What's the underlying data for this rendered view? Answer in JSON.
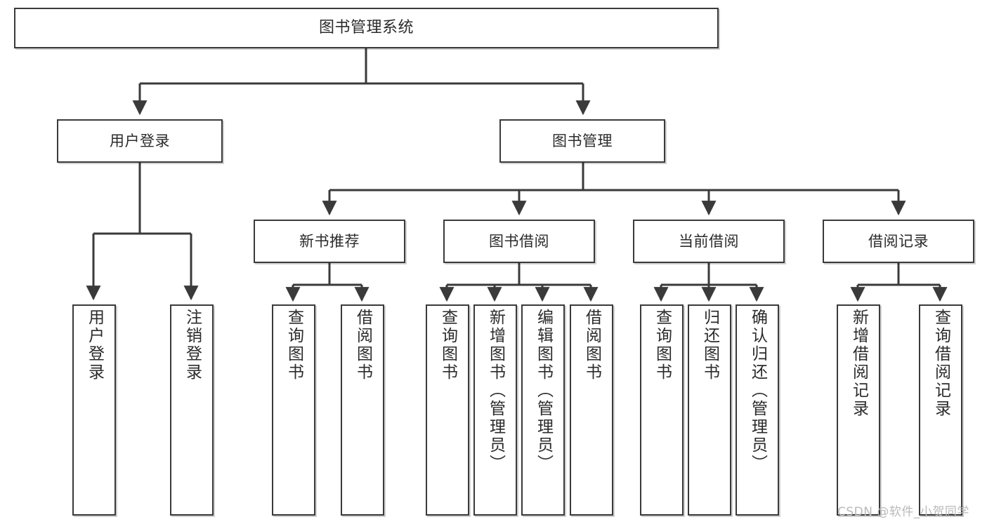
{
  "diagram": {
    "title": "图书管理系统",
    "type": "tree",
    "orientation": "top-down",
    "colors": {
      "box_border": "#3a3a3a",
      "box_fill": "#ffffff",
      "connector": "#3a3a3a",
      "text": "#2b2b2b",
      "watermark": "#b9b9b9",
      "background": "#ffffff"
    },
    "root": {
      "id": "root",
      "label": "图书管理系统"
    },
    "level2": [
      {
        "id": "user-login",
        "label": "用户登录"
      },
      {
        "id": "book-manage",
        "label": "图书管理"
      }
    ],
    "level3": [
      {
        "id": "new-book-recommend",
        "label": "新书推荐",
        "parent": "book-manage"
      },
      {
        "id": "book-borrow",
        "label": "图书借阅",
        "parent": "book-manage"
      },
      {
        "id": "current-borrow",
        "label": "当前借阅",
        "parent": "book-manage"
      },
      {
        "id": "borrow-record",
        "label": "借阅记录",
        "parent": "book-manage"
      }
    ],
    "leaves": [
      {
        "id": "leaf-user-login",
        "label": "用户登录",
        "parent": "user-login"
      },
      {
        "id": "leaf-user-logout",
        "label": "注销登录",
        "parent": "user-login"
      },
      {
        "id": "leaf-query-book-1",
        "label": "查询图书",
        "parent": "new-book-recommend"
      },
      {
        "id": "leaf-borrow-book-1",
        "label": "借阅图书",
        "parent": "new-book-recommend"
      },
      {
        "id": "leaf-query-book-2",
        "label": "查询图书",
        "parent": "book-borrow"
      },
      {
        "id": "leaf-add-book",
        "label": "新增图书（管理员）",
        "parent": "book-borrow"
      },
      {
        "id": "leaf-edit-book",
        "label": "编辑图书（管理员）",
        "parent": "book-borrow"
      },
      {
        "id": "leaf-borrow-book-2",
        "label": "借阅图书",
        "parent": "book-borrow"
      },
      {
        "id": "leaf-query-book-3",
        "label": "查询图书",
        "parent": "current-borrow"
      },
      {
        "id": "leaf-return-book",
        "label": "归还图书",
        "parent": "current-borrow"
      },
      {
        "id": "leaf-confirm-return",
        "label": "确认归还（管理员）",
        "parent": "current-borrow"
      },
      {
        "id": "leaf-add-record",
        "label": "新增借阅记录",
        "parent": "borrow-record"
      },
      {
        "id": "leaf-query-record",
        "label": "查询借阅记录",
        "parent": "borrow-record"
      }
    ]
  },
  "watermark": {
    "text": "CSDN @软件_小贺同学"
  }
}
